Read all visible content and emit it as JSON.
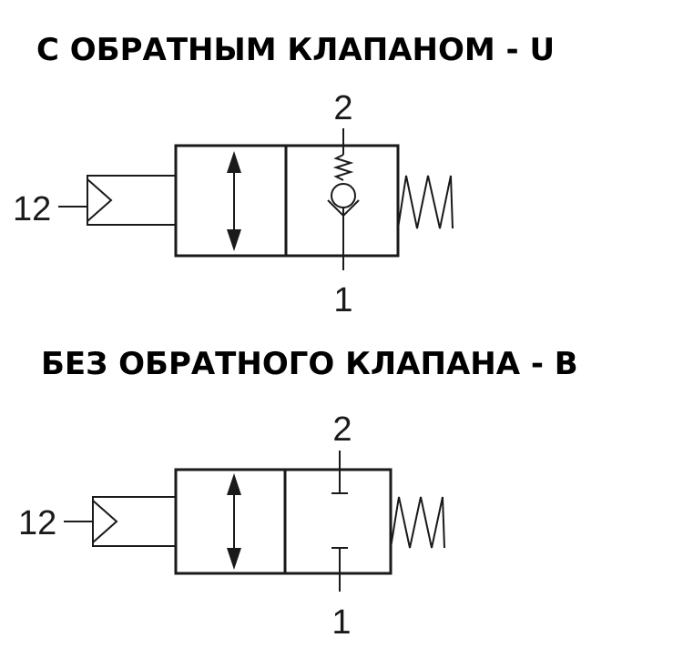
{
  "diagrams": [
    {
      "title": "С ОБРАТНЫМ КЛАПАНОМ - U",
      "port_top": "2",
      "port_bottom": "1",
      "port_pilot": "12"
    },
    {
      "title": "БЕЗ ОБРАТНОГО КЛАПАНА - B",
      "port_top": "2",
      "port_bottom": "1",
      "port_pilot": "12"
    }
  ],
  "colors": {
    "ink": "#1a1a1a",
    "background": "#ffffff"
  }
}
